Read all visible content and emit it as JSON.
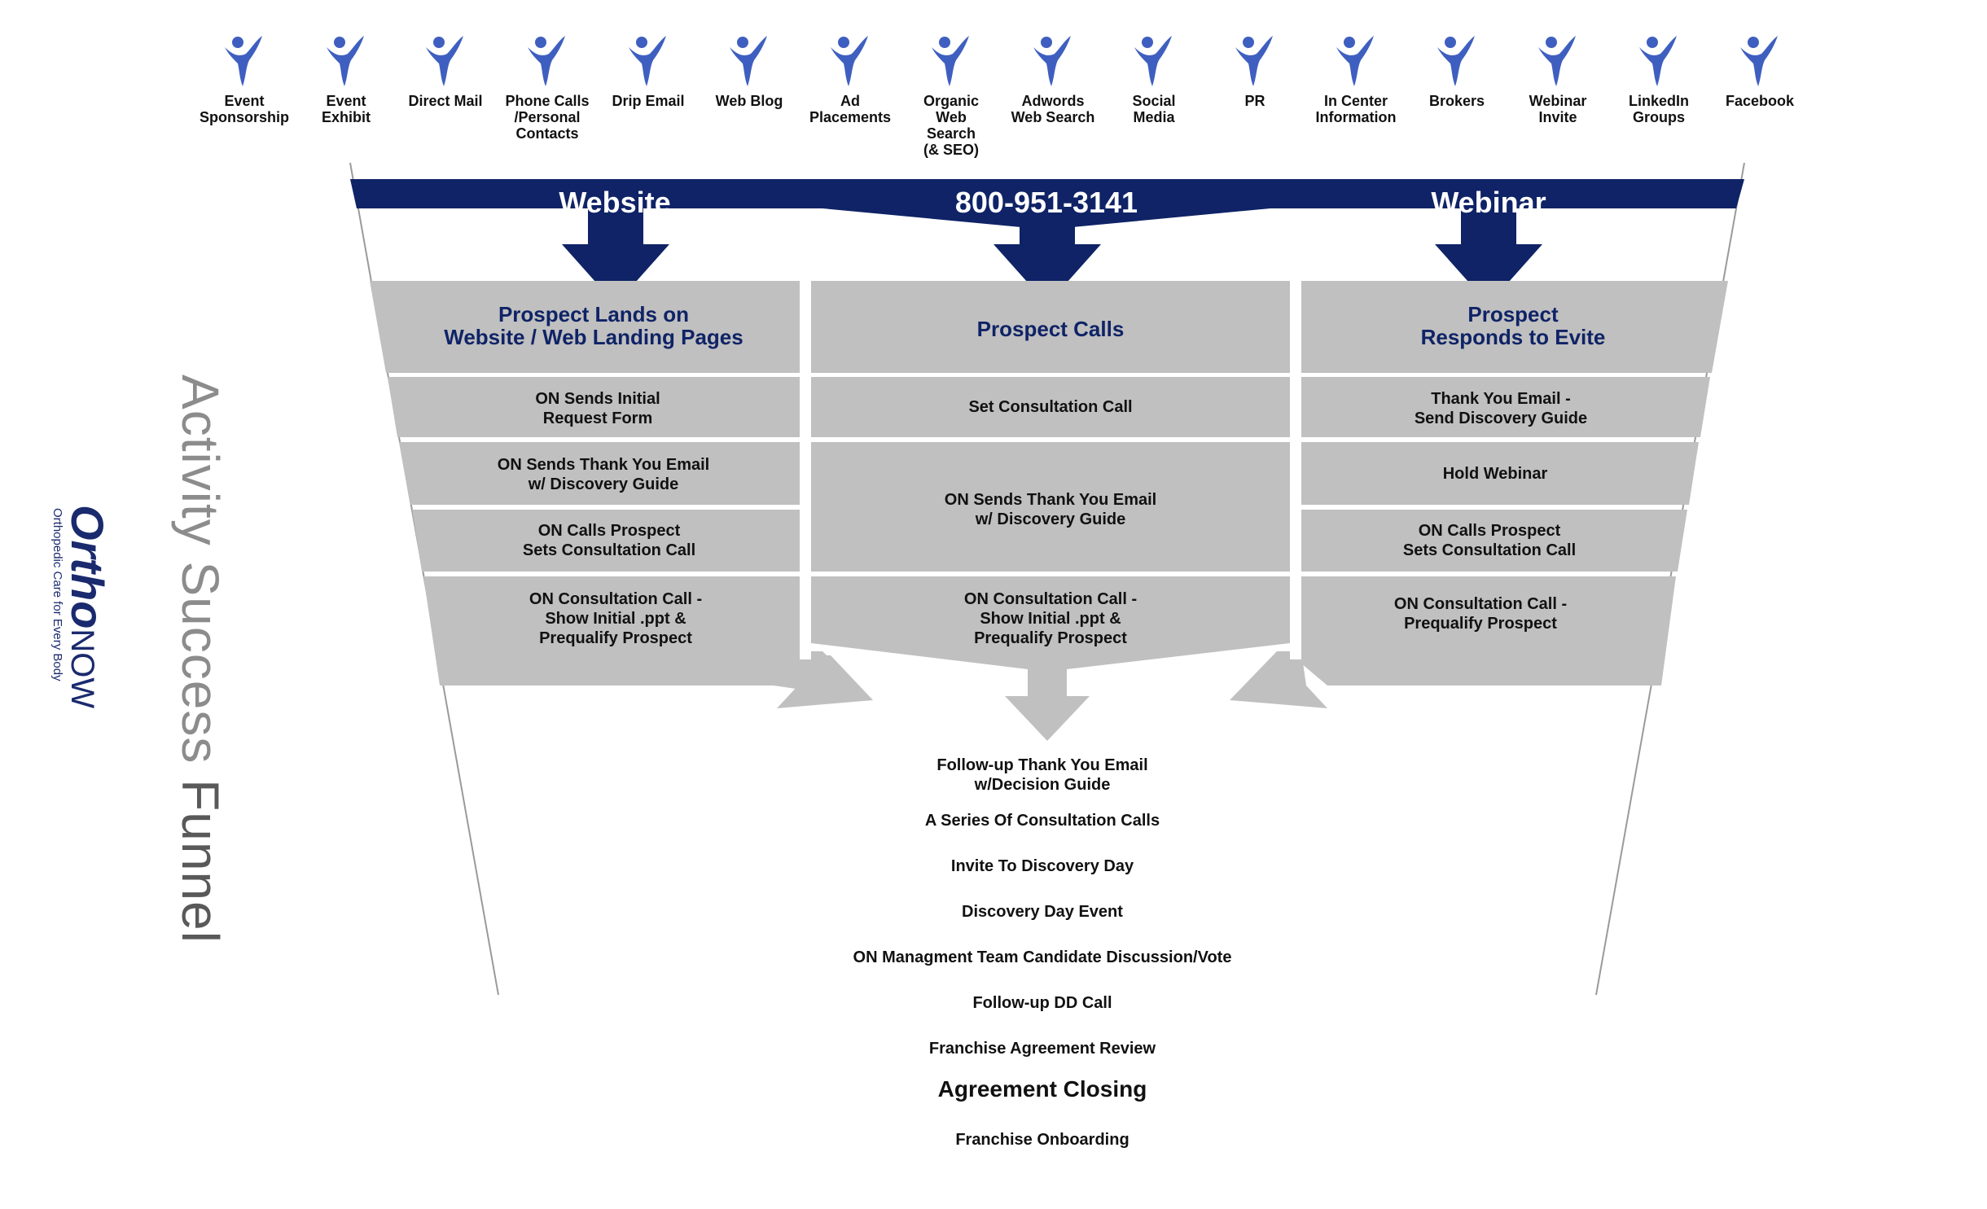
{
  "sources": [
    "Event\nSponsorship",
    "Event\nExhibit",
    "Direct Mail",
    "Phone Calls\n/Personal\nContacts",
    "Drip Email",
    "Web Blog",
    "Ad\nPlacements",
    "Organic\nWeb\nSearch\n(& SEO)",
    "Adwords\nWeb Search",
    "Social\nMedia",
    "PR",
    "In Center\nInformation",
    "Brokers",
    "Webinar\nInvite",
    "LinkedIn\nGroups",
    "Facebook"
  ],
  "channels": {
    "website": "Website",
    "phone": "800-951-3141",
    "webinar": "Webinar"
  },
  "columns": {
    "left": {
      "header": "Prospect Lands on\nWebsite / Web Landing Pages",
      "steps": [
        "ON Sends Initial\nRequest Form",
        "ON Sends Thank You Email\nw/ Discovery Guide",
        "ON Calls Prospect\nSets Consultation Call",
        "ON Consultation Call -\nShow Initial .ppt &\nPrequalify Prospect"
      ]
    },
    "middle": {
      "header": "Prospect Calls",
      "steps": [
        "Set Consultation Call",
        "ON Sends Thank You Email\nw/ Discovery Guide",
        "ON Consultation Call -\nShow Initial .ppt &\nPrequalify Prospect"
      ]
    },
    "right": {
      "header": "Prospect\nResponds to Evite",
      "steps": [
        "Thank You Email -\nSend Discovery Guide",
        "Hold Webinar",
        "ON Calls Prospect\nSets Consultation Call",
        "ON Consultation Call -\nPrequalify Prospect"
      ]
    }
  },
  "funnel_steps": [
    "Follow-up Thank You Email\nw/Decision Guide",
    "A Series Of Consultation Calls",
    "Invite To Discovery Day",
    "Discovery Day Event",
    "ON Managment Team Candidate Discussion/Vote",
    "Follow-up DD Call",
    "Franchise Agreement Review",
    "Agreement Closing",
    "Franchise Onboarding"
  ],
  "side_title": {
    "light": "Activity Success",
    "strong": "Funnel"
  },
  "logo": {
    "word": "Ortho",
    "now": "NOW",
    "tagline": "Orthopedic Care for Every Body"
  },
  "colors": {
    "navy": "#0f2366",
    "gray_box": "#c0c0c0",
    "icon_blue": "#3f5fc0",
    "funnel_line": "#9a9a9a"
  }
}
